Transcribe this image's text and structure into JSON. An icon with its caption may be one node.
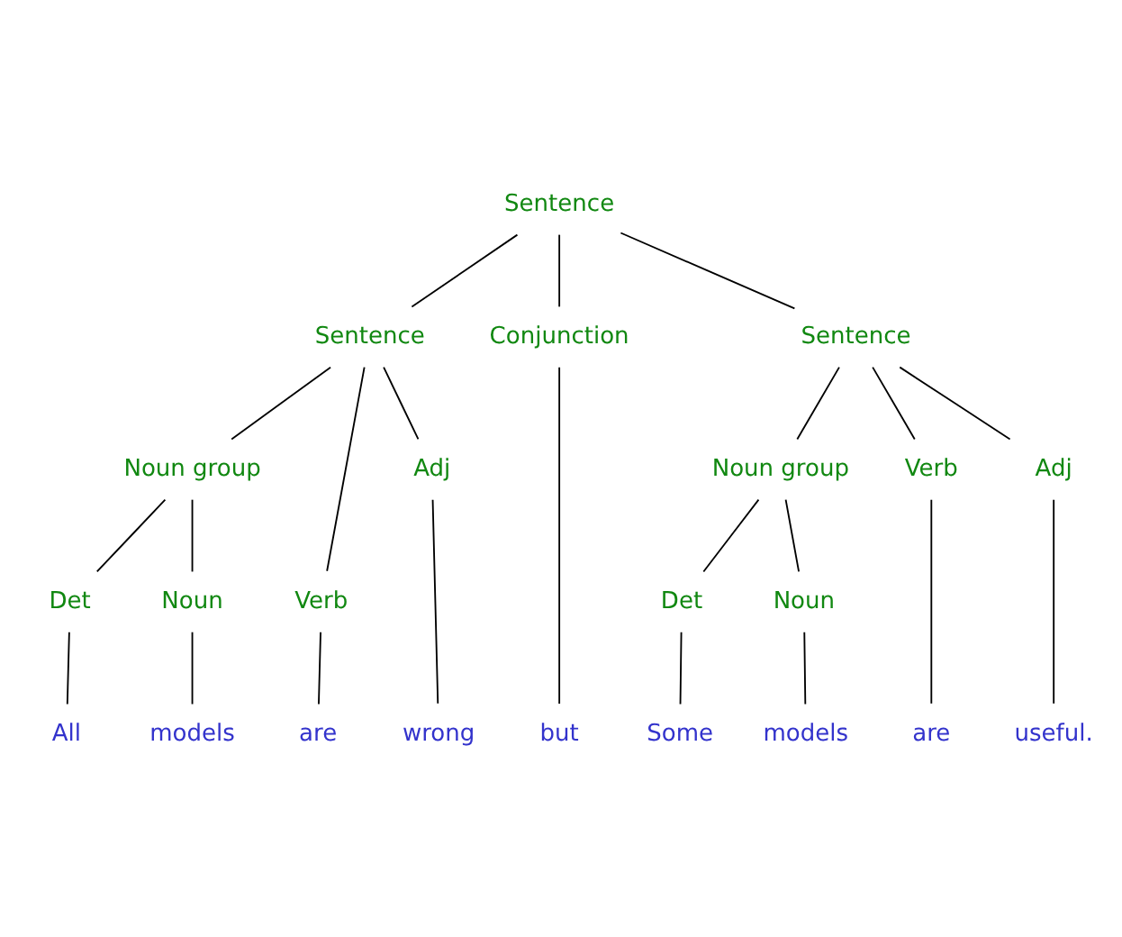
{
  "diagram": {
    "nodes": [
      {
        "text": [
          "Sentence"
        ]
      },
      {
        "text": [
          "Sentence"
        ]
      },
      {
        "text": [
          "Conjunction"
        ]
      },
      {
        "text": [
          "Sentence"
        ]
      },
      {
        "text": [
          "Noun group"
        ]
      },
      {
        "text": [
          "Verb"
        ]
      },
      {
        "text": [
          "Adj"
        ]
      },
      {
        "text": [
          "Noun group"
        ]
      },
      {
        "text": [
          "Verb"
        ]
      },
      {
        "text": [
          "Adj"
        ]
      },
      {
        "text": [
          "Det"
        ]
      },
      {
        "text": [
          "Noun"
        ]
      },
      {
        "text": [
          "Det"
        ]
      },
      {
        "text": [
          "Noun"
        ]
      },
      {
        "text": [
          "All"
        ]
      },
      {
        "text": [
          "models"
        ]
      },
      {
        "text": [
          "are"
        ]
      },
      {
        "text": [
          "wrong"
        ]
      },
      {
        "text": [
          "but"
        ]
      },
      {
        "text": [
          "Some"
        ]
      },
      {
        "text": [
          "models"
        ]
      },
      {
        "text": [
          "are"
        ]
      },
      {
        "text": [
          "useful."
        ]
      }
    ],
    "edges": [
      {
        "from": 0,
        "to": 1,
        "arrow": "none"
      },
      {
        "from": 0,
        "to": 2,
        "arrow": "none"
      },
      {
        "from": 0,
        "to": 3,
        "arrow": "none"
      },
      {
        "from": 1,
        "to": 4,
        "arrow": "none"
      },
      {
        "from": 1,
        "to": 5,
        "arrow": "none"
      },
      {
        "from": 1,
        "to": 6,
        "arrow": "none"
      },
      {
        "from": 3,
        "to": 7,
        "arrow": "none"
      },
      {
        "from": 3,
        "to": 8,
        "arrow": "none"
      },
      {
        "from": 3,
        "to": 9,
        "arrow": "none"
      },
      {
        "from": 4,
        "to": 10,
        "arrow": "none"
      },
      {
        "from": 4,
        "to": 11,
        "arrow": "none"
      },
      {
        "from": 7,
        "to": 12,
        "arrow": "none"
      },
      {
        "from": 7,
        "to": 13,
        "arrow": "none"
      },
      {
        "from": 10,
        "to": 14,
        "arrow": "none"
      },
      {
        "from": 11,
        "to": 15,
        "arrow": "none"
      },
      {
        "from": 5,
        "to": 16,
        "arrow": "none"
      },
      {
        "from": 6,
        "to": 17,
        "arrow": "none"
      },
      {
        "from": 2,
        "to": 18,
        "arrow": "none"
      },
      {
        "from": 12,
        "to": 19,
        "arrow": "none"
      },
      {
        "from": 13,
        "to": 20,
        "arrow": "none"
      },
      {
        "from": 8,
        "to": 21,
        "arrow": "none"
      },
      {
        "from": 9,
        "to": 22,
        "arrow": "none"
      }
    ]
  }
}
